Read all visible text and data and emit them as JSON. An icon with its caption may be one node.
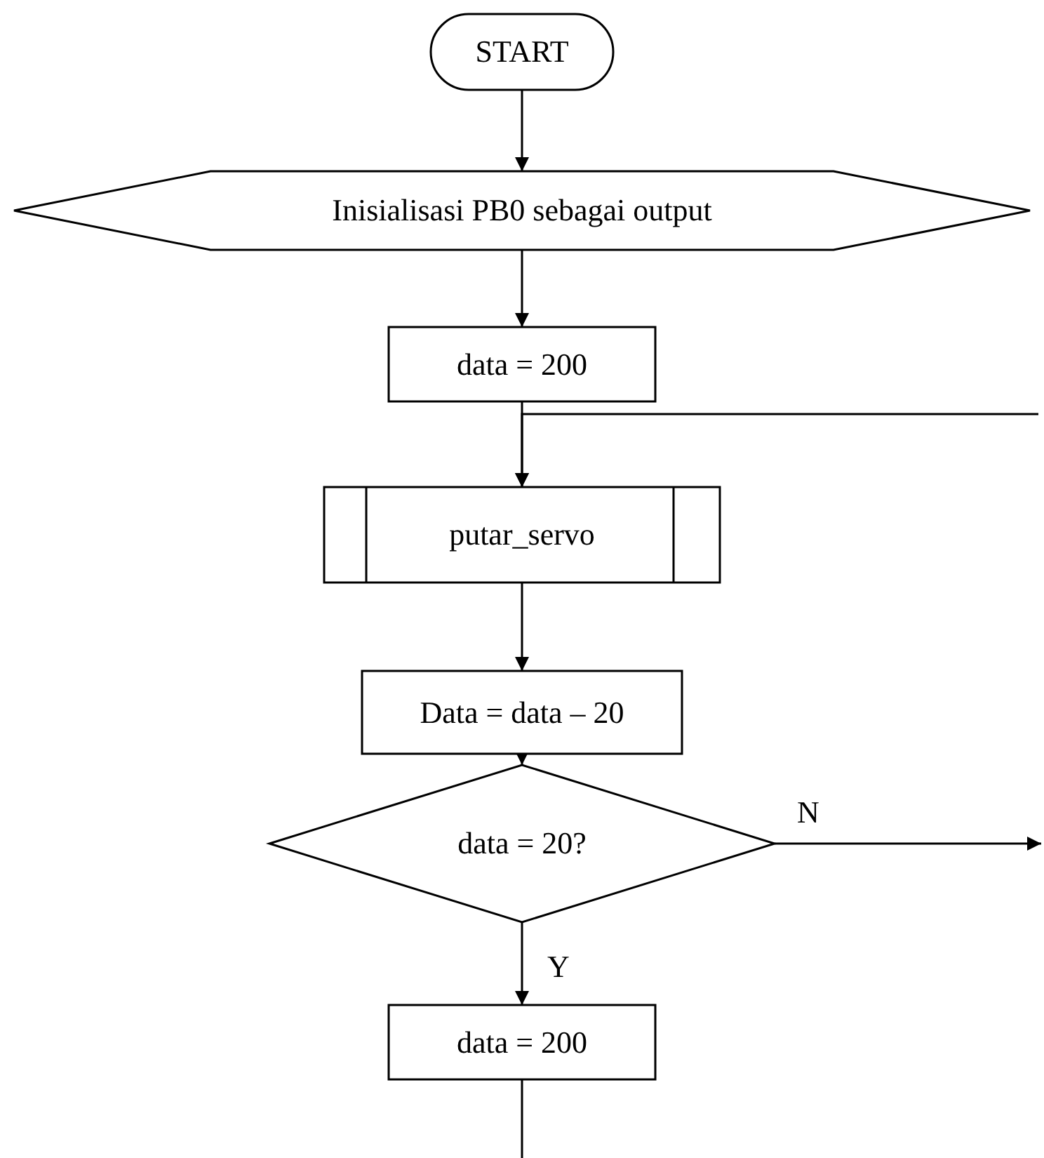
{
  "diagram": {
    "nodes": [
      {
        "text": [
          "START"
        ]
      },
      {
        "text": [
          "Inisialisasi PB0 sebagai output"
        ]
      },
      {
        "text": [
          "data = 200"
        ]
      },
      {
        "text": [
          "putar_servo"
        ]
      },
      {
        "text": [
          "Data = data – 20"
        ]
      },
      {
        "text": [
          "data = 20?"
        ]
      },
      {
        "text": [
          "data = 200"
        ]
      }
    ],
    "edges": [
      {
        "from": 0,
        "to": 1,
        "arrow": "to"
      },
      {
        "from": 1,
        "to": 2,
        "arrow": "to"
      },
      {
        "from": 2,
        "to": 3,
        "arrow": "to"
      },
      {
        "from": null,
        "to": 3,
        "arrow": "to"
      },
      {
        "from": 3,
        "to": 4,
        "arrow": "to"
      },
      {
        "from": 4,
        "to": 5,
        "arrow": "to"
      },
      {
        "from": 5,
        "to": null,
        "label": "N",
        "arrow": "to"
      },
      {
        "from": 5,
        "to": 6,
        "label": "Y",
        "arrow": "to"
      },
      {
        "from": 6,
        "to": null,
        "arrow": "none"
      }
    ]
  }
}
